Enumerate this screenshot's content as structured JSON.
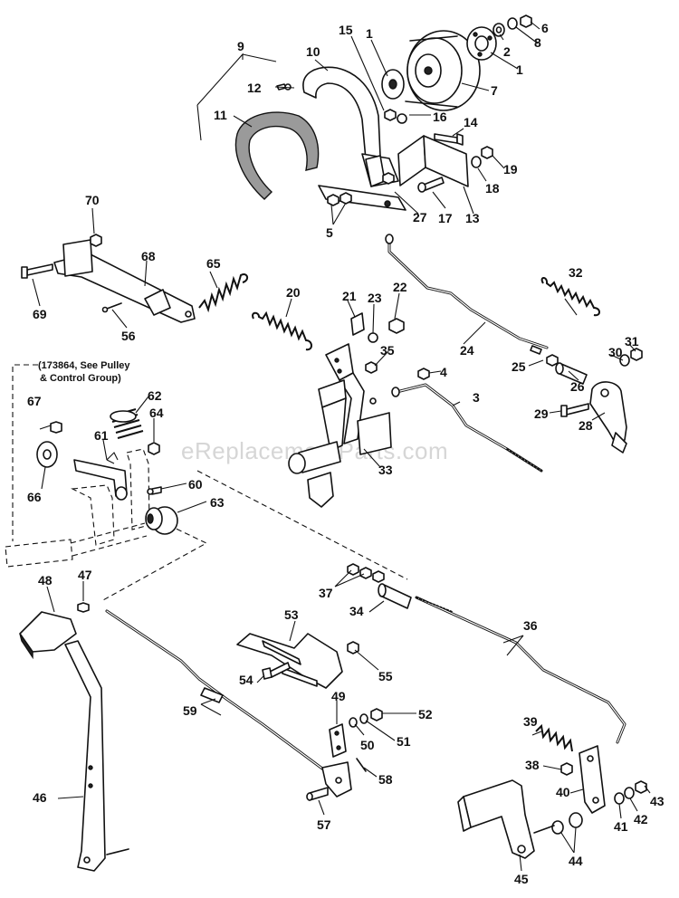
{
  "watermark": "eReplacementParts.com",
  "callout": {
    "line1": "(173864, See Pulley",
    "line2": "& Control Group)"
  },
  "labels": {
    "p1a": "1",
    "p1b": "1",
    "p2": "2",
    "p3": "3",
    "p4": "4",
    "p5": "5",
    "p6": "6",
    "p7": "7",
    "p8": "8",
    "p9": "9",
    "p10": "10",
    "p11": "11",
    "p12": "12",
    "p13": "13",
    "p14": "14",
    "p15": "15",
    "p16": "16",
    "p17": "17",
    "p18": "18",
    "p19": "19",
    "p20": "20",
    "p21": "21",
    "p22": "22",
    "p23": "23",
    "p24": "24",
    "p25": "25",
    "p26": "26",
    "p27": "27",
    "p28": "28",
    "p29": "29",
    "p30": "30",
    "p31": "31",
    "p32": "32",
    "p33": "33",
    "p34": "34",
    "p35": "35",
    "p36": "36",
    "p37": "37",
    "p38": "38",
    "p39": "39",
    "p40": "40",
    "p41": "41",
    "p42": "42",
    "p43": "43",
    "p44": "44",
    "p45": "45",
    "p46": "46",
    "p47": "47",
    "p48": "48",
    "p49": "49",
    "p50": "50",
    "p51": "51",
    "p52": "52",
    "p53": "53",
    "p54": "54",
    "p55": "55",
    "p56": "56",
    "p57": "57",
    "p58": "58",
    "p59": "59",
    "p60": "60",
    "p61": "61",
    "p62": "62",
    "p63": "63",
    "p64": "64",
    "p65": "65",
    "p66": "66",
    "p67": "67",
    "p68": "68",
    "p69": "69",
    "p70": "70"
  }
}
